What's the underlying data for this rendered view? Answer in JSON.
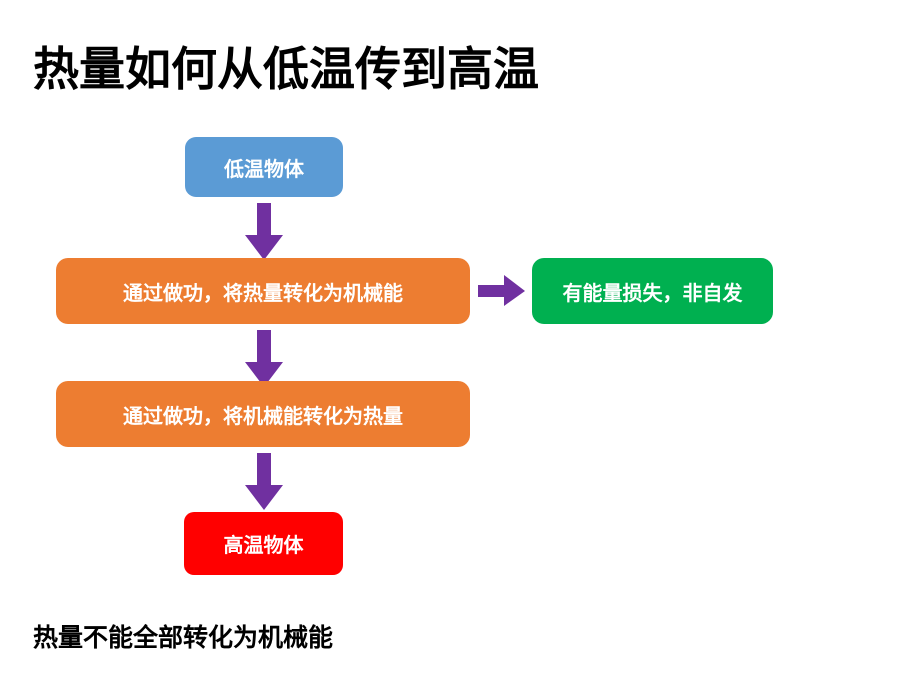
{
  "slide": {
    "title": "热量如何从低温传到高温",
    "caption": "热量不能全部转化为机械能",
    "background_color": "#ffffff"
  },
  "diagram": {
    "nodes": [
      {
        "id": "cold-object",
        "label": "低温物体",
        "color": "#5b9bd5",
        "text_color": "#ffffff"
      },
      {
        "id": "heat-to-mechanical",
        "label": "通过做功，将热量转化为机械能",
        "color": "#ed7d31",
        "text_color": "#ffffff"
      },
      {
        "id": "energy-loss",
        "label": "有能量损失，非自发",
        "color": "#00b050",
        "text_color": "#ffffff"
      },
      {
        "id": "mechanical-to-heat",
        "label": "通过做功，将机械能转化为热量",
        "color": "#ed7d31",
        "text_color": "#ffffff"
      },
      {
        "id": "hot-object",
        "label": "高温物体",
        "color": "#ff0000",
        "text_color": "#ffffff"
      }
    ],
    "connectors": [
      {
        "id": "cold-to-heat-conversion",
        "direction": "down",
        "color": "#7030a0"
      },
      {
        "id": "heat-conversion-to-loss",
        "direction": "right",
        "color": "#7030a0"
      },
      {
        "id": "heat-conversion-to-mech-conversion",
        "direction": "down",
        "color": "#7030a0"
      },
      {
        "id": "mech-conversion-to-hot",
        "direction": "down",
        "color": "#7030a0"
      }
    ]
  }
}
